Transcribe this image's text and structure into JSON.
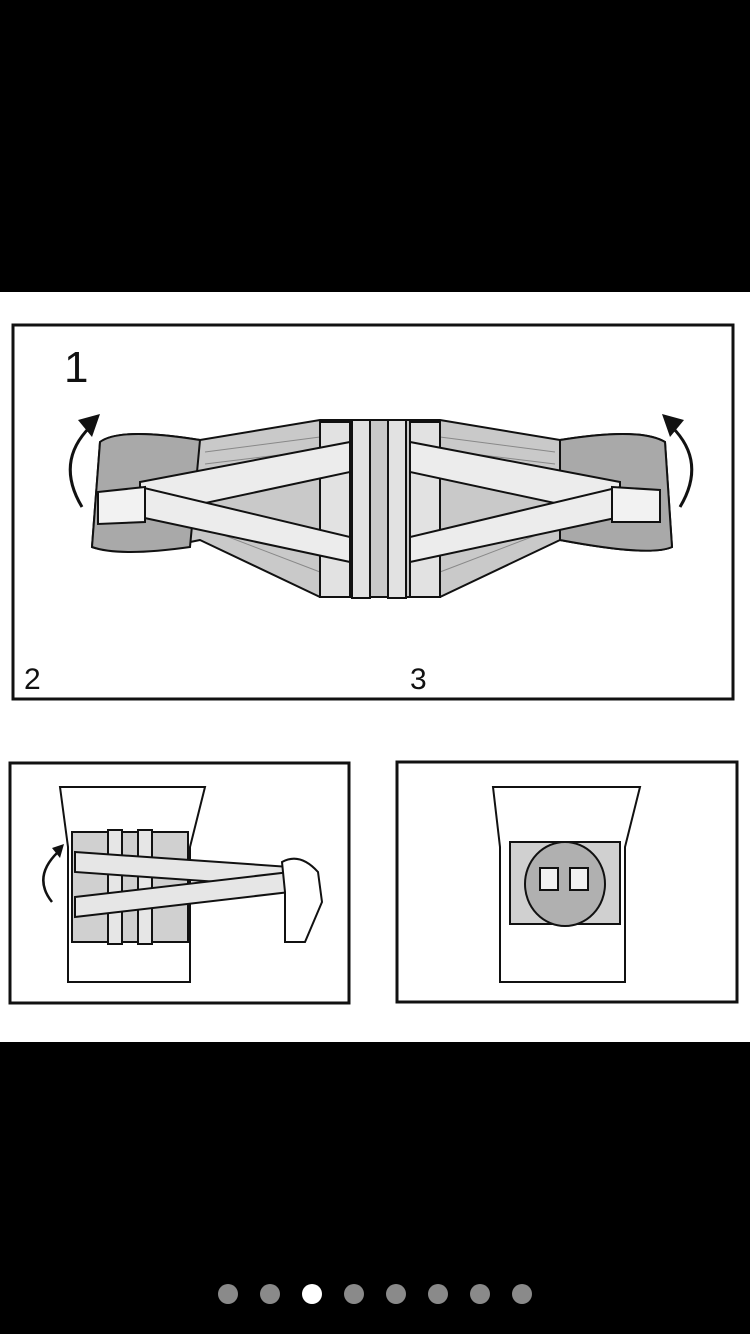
{
  "viewer": {
    "steps": [
      {
        "label": "1"
      },
      {
        "label": "2"
      },
      {
        "label": "3"
      }
    ],
    "pager": {
      "count": 8,
      "active_index": 2
    },
    "colors": {
      "background": "#000000",
      "image_background": "#ffffff",
      "dot_inactive": "#8a8a8a",
      "dot_active": "#ffffff",
      "belt_gray": "#b5b5b5",
      "strap_light": "#e6e6e6"
    }
  }
}
